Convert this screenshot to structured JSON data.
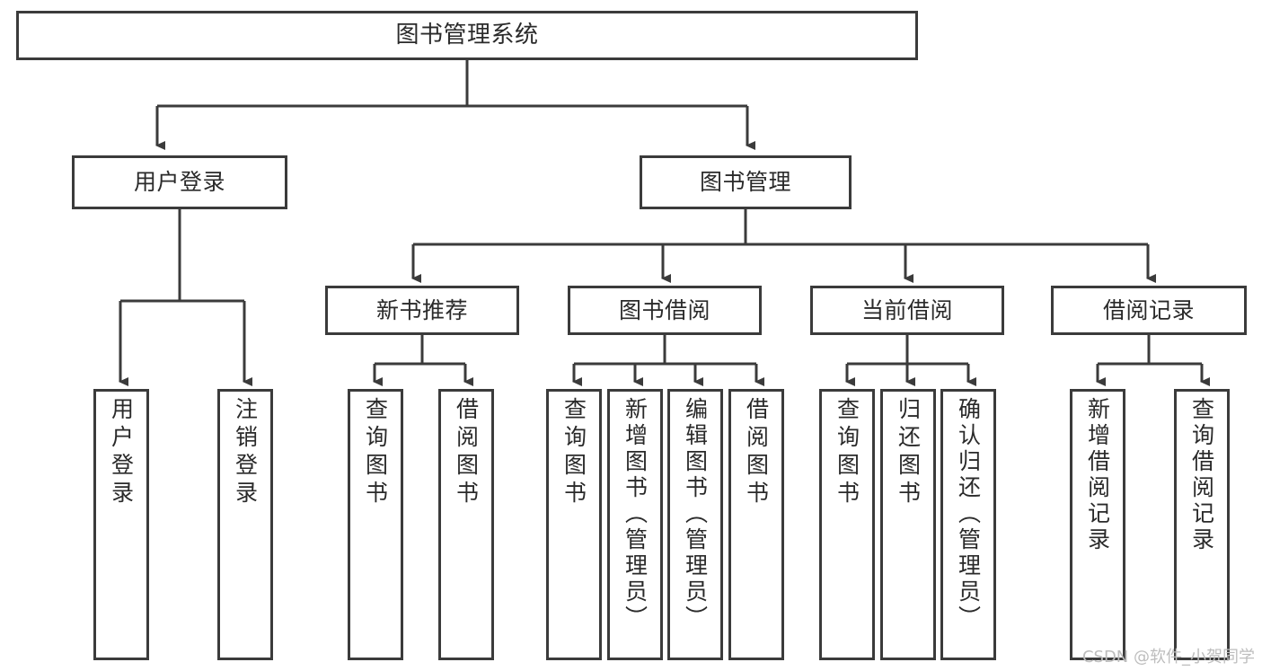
{
  "diagram": {
    "title": "图书管理系统",
    "type": "hierarchy-tree",
    "root": {
      "label": "图书管理系统"
    },
    "level2": [
      {
        "label": "用户登录"
      },
      {
        "label": "图书管理"
      }
    ],
    "level3": [
      {
        "label": "新书推荐"
      },
      {
        "label": "图书借阅"
      },
      {
        "label": "当前借阅"
      },
      {
        "label": "借阅记录"
      }
    ],
    "leaves": {
      "user_login": [
        {
          "label": "用户登录"
        },
        {
          "label": "注销登录"
        }
      ],
      "new_book_recommend": [
        {
          "label": "查询图书"
        },
        {
          "label": "借阅图书"
        }
      ],
      "book_borrow": [
        {
          "label": "查询图书"
        },
        {
          "label": "新增图书（管理员）"
        },
        {
          "label": "编辑图书（管理员）"
        },
        {
          "label": "借阅图书"
        }
      ],
      "current_borrow": [
        {
          "label": "查询图书"
        },
        {
          "label": "归还图书"
        },
        {
          "label": "确认归还（管理员）"
        }
      ],
      "borrow_records": [
        {
          "label": "新增借阅记录"
        },
        {
          "label": "查询借阅记录"
        }
      ]
    }
  },
  "watermark": {
    "text": "CSDN @软件_小贺同学"
  },
  "colors": {
    "border": "#3b3b3b",
    "text": "#2a2a2a",
    "background": "#ffffff",
    "watermark": "#bdbdbd"
  }
}
